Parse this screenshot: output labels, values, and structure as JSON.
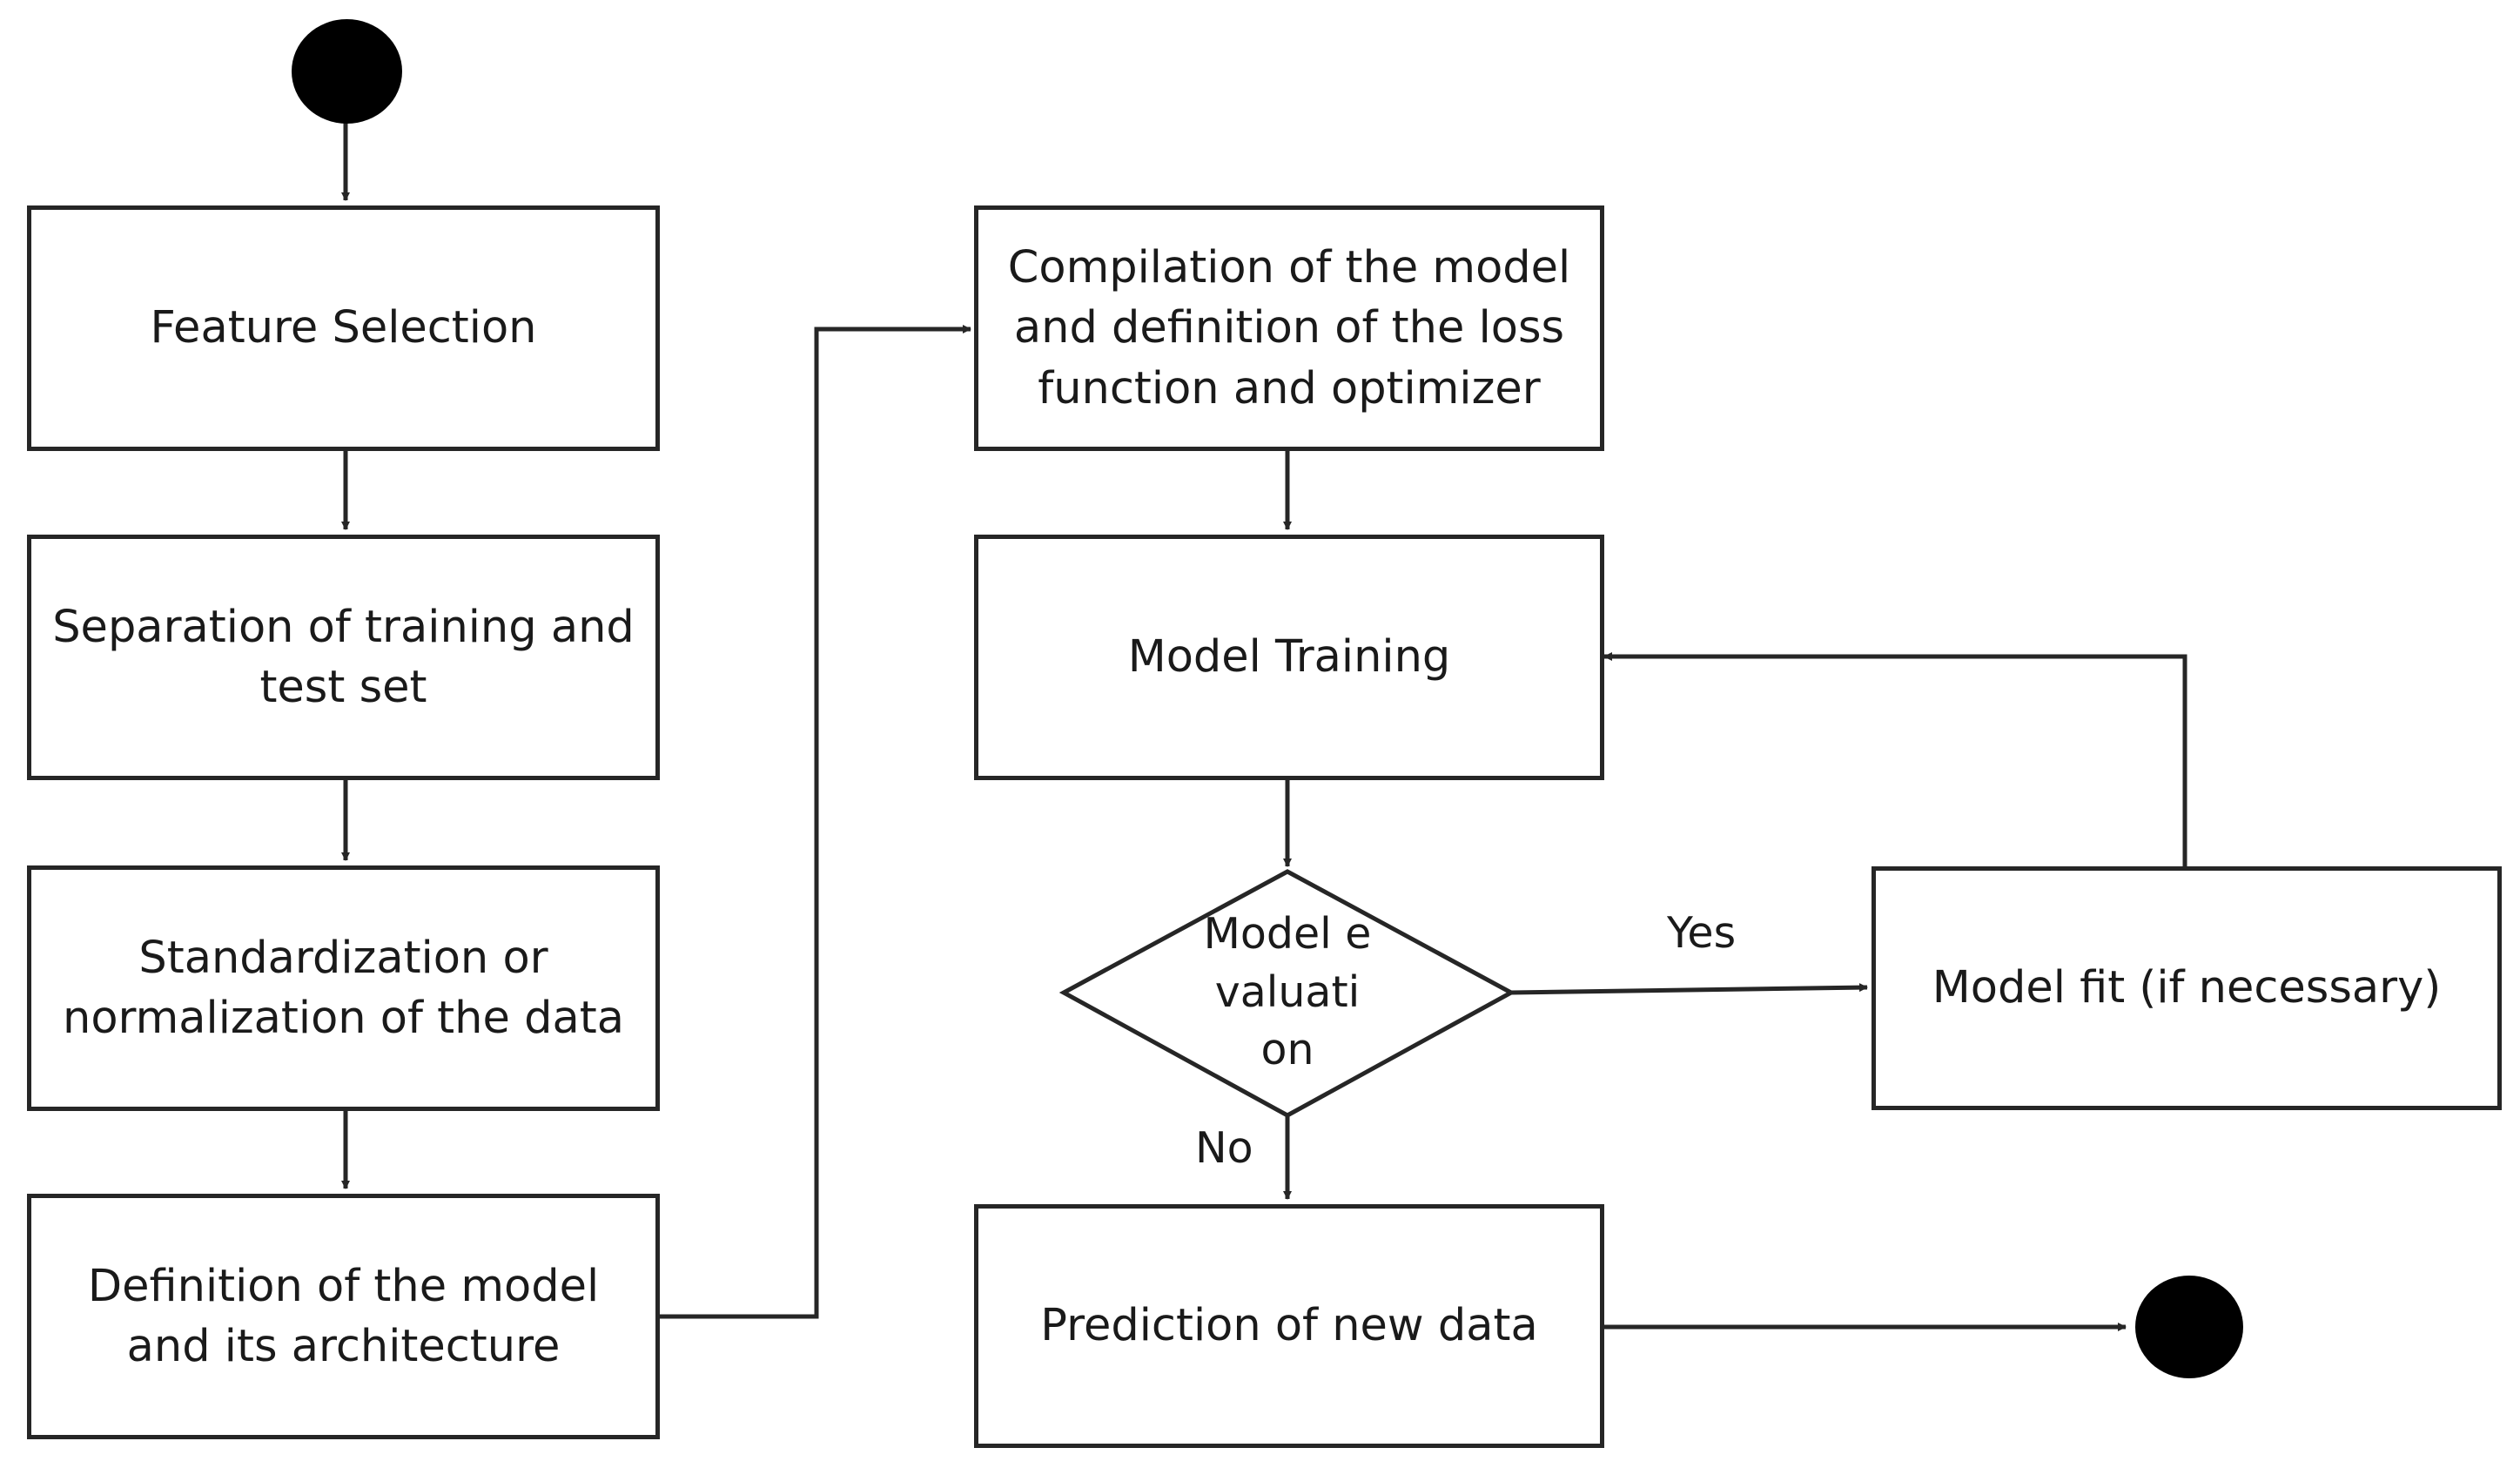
{
  "nodes": {
    "feature_selection": "Feature Selection",
    "separation": "Separation of training and test set",
    "standardization": "Standardization or normalization of the data",
    "definition": "Definition of the model and its architecture",
    "compilation": "Compilation of the model and definition of the loss function and optimizer",
    "training": "Model Training",
    "evaluation": "Model evaluati on",
    "model_fit": "Model fit (if necessary)",
    "prediction": "Prediction of new data"
  },
  "edges": {
    "yes_label": "Yes",
    "no_label": "No"
  },
  "colors": {
    "line": "#262626",
    "fill_terminal": "#000000"
  }
}
